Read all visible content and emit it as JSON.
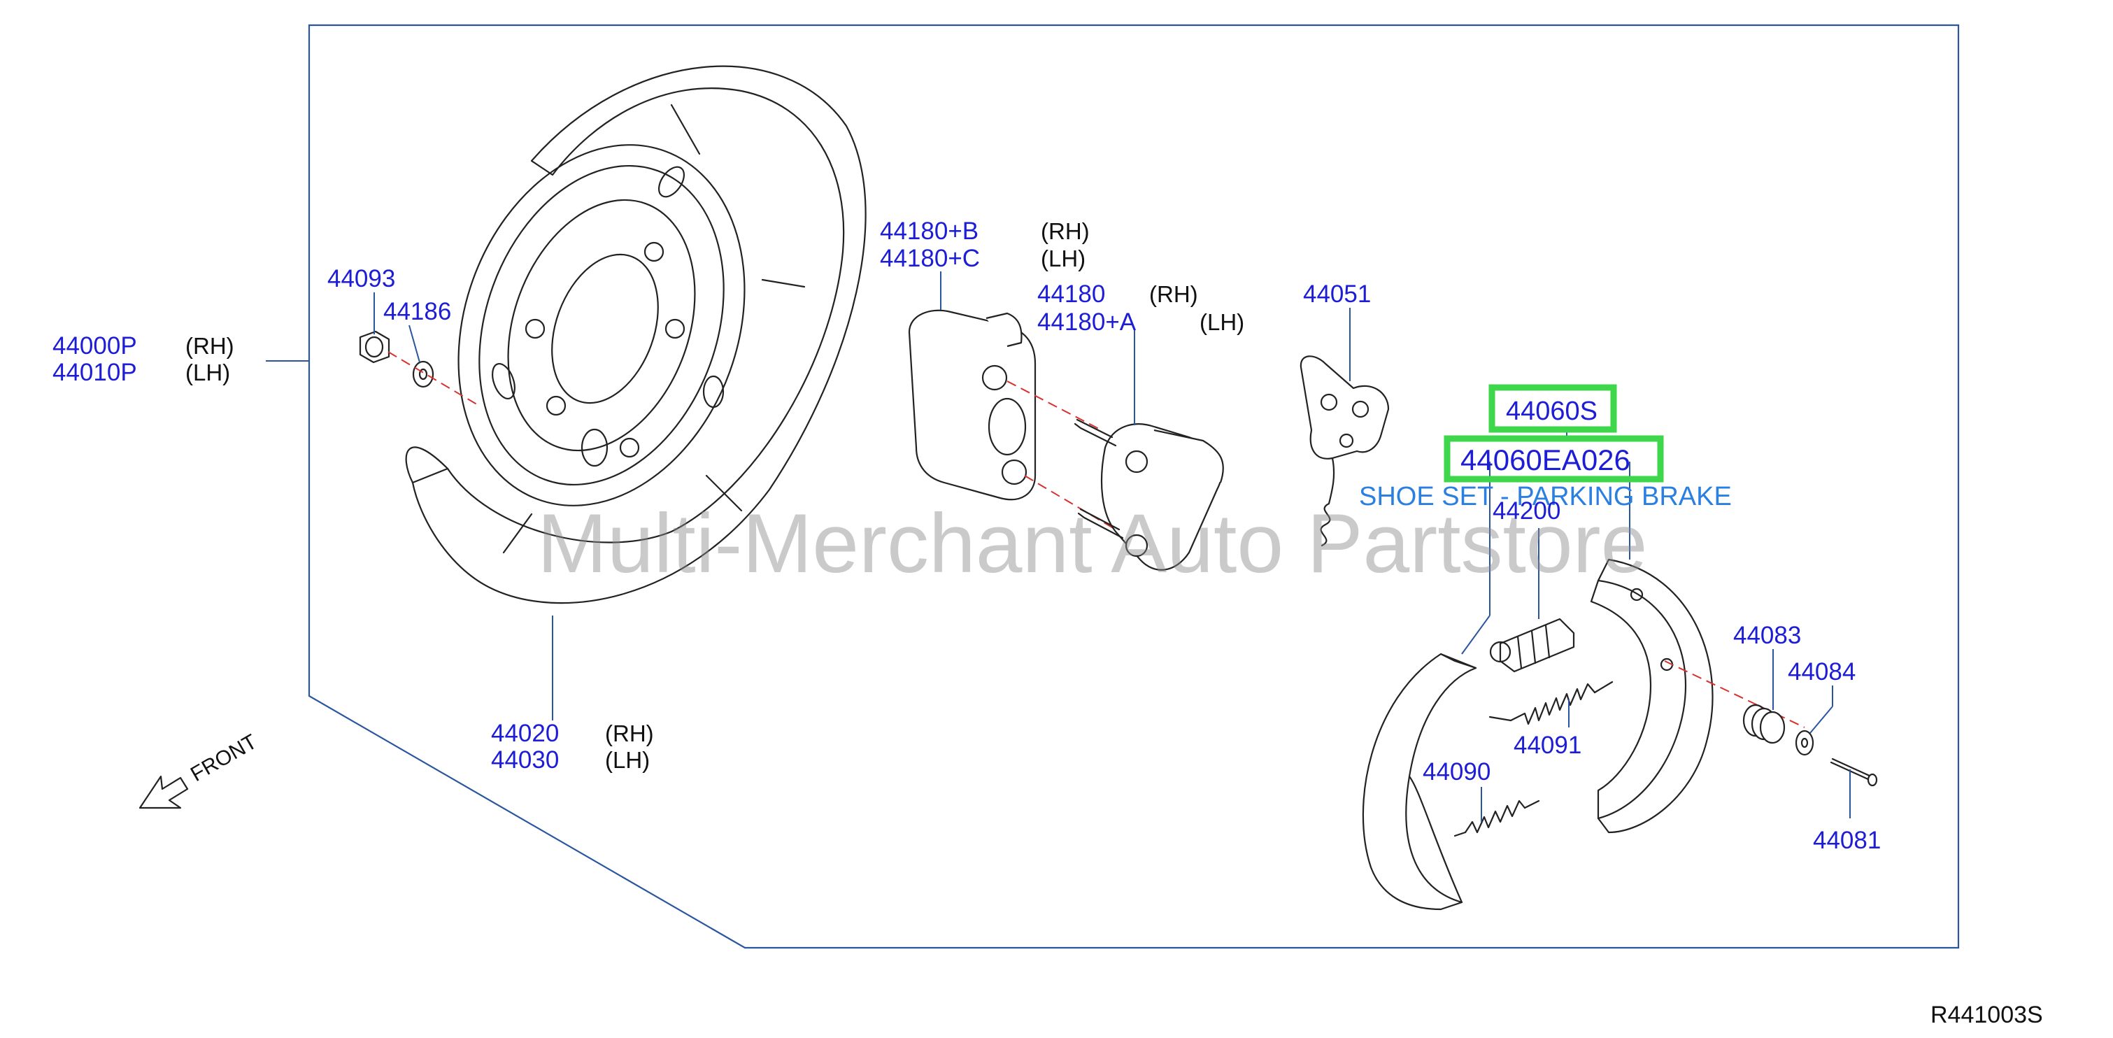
{
  "watermark": "Multi-Merchant Auto Partstore",
  "reference_code": "R441003S",
  "front_label": "FRONT",
  "highlight": {
    "part_number": "44060S",
    "oem_number": "44060EA026",
    "description": "SHOE SET - PARKING BRAKE",
    "highlight_color": "#3ed64a"
  },
  "labels": {
    "p44000P": "44000P",
    "p44000P_side": "(RH)",
    "p44010P": "44010P",
    "p44010P_side": "(LH)",
    "p44093": "44093",
    "p44186": "44186",
    "p44020": "44020",
    "p44020_side": "(RH)",
    "p44030": "44030",
    "p44030_side": "(LH)",
    "p44180B": "44180+B",
    "p44180B_side": "(RH)",
    "p44180C": "44180+C",
    "p44180C_side": "(LH)",
    "p44180": "44180",
    "p44180_side": "(RH)",
    "p44180A": "44180+A",
    "p44180A_side": "(LH)",
    "p44051": "44051",
    "p44200": "44200",
    "p44083": "44083",
    "p44084": "44084",
    "p44091": "44091",
    "p44090": "44090",
    "p44081": "44081"
  },
  "colors": {
    "part_number": "#1d1dd6",
    "description": "#2a7fe0",
    "leader_line": "#2a56a0",
    "center_axis": "#d93030"
  }
}
